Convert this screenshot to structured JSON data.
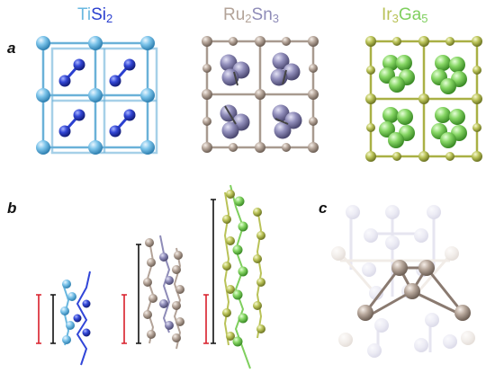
{
  "panels": {
    "a": "a",
    "b": "b",
    "c": "c"
  },
  "compounds": [
    {
      "el1": "Ti",
      "el2": "Si",
      "n1": "",
      "n2": "2",
      "color1": "#6ab8e0",
      "color2": "#2a3fcf"
    },
    {
      "el1": "Ru",
      "el2": "Sn",
      "n1": "2",
      "n2": "3",
      "color1": "#b3a398",
      "color2": "#8f8cb8"
    },
    {
      "el1": "Ir",
      "el2": "Ga",
      "n1": "3",
      "n2": "5",
      "color1": "#b9c257",
      "color2": "#7fcf5e"
    }
  ],
  "colors": {
    "ti": "#6ab8e0",
    "si": "#2a3fcf",
    "ru": "#b3a398",
    "sn": "#8f8cb8",
    "ir": "#b9c257",
    "ga": "#7fcf5e",
    "bracket_red": "#d81e2a",
    "bracket_black": "#111111"
  }
}
